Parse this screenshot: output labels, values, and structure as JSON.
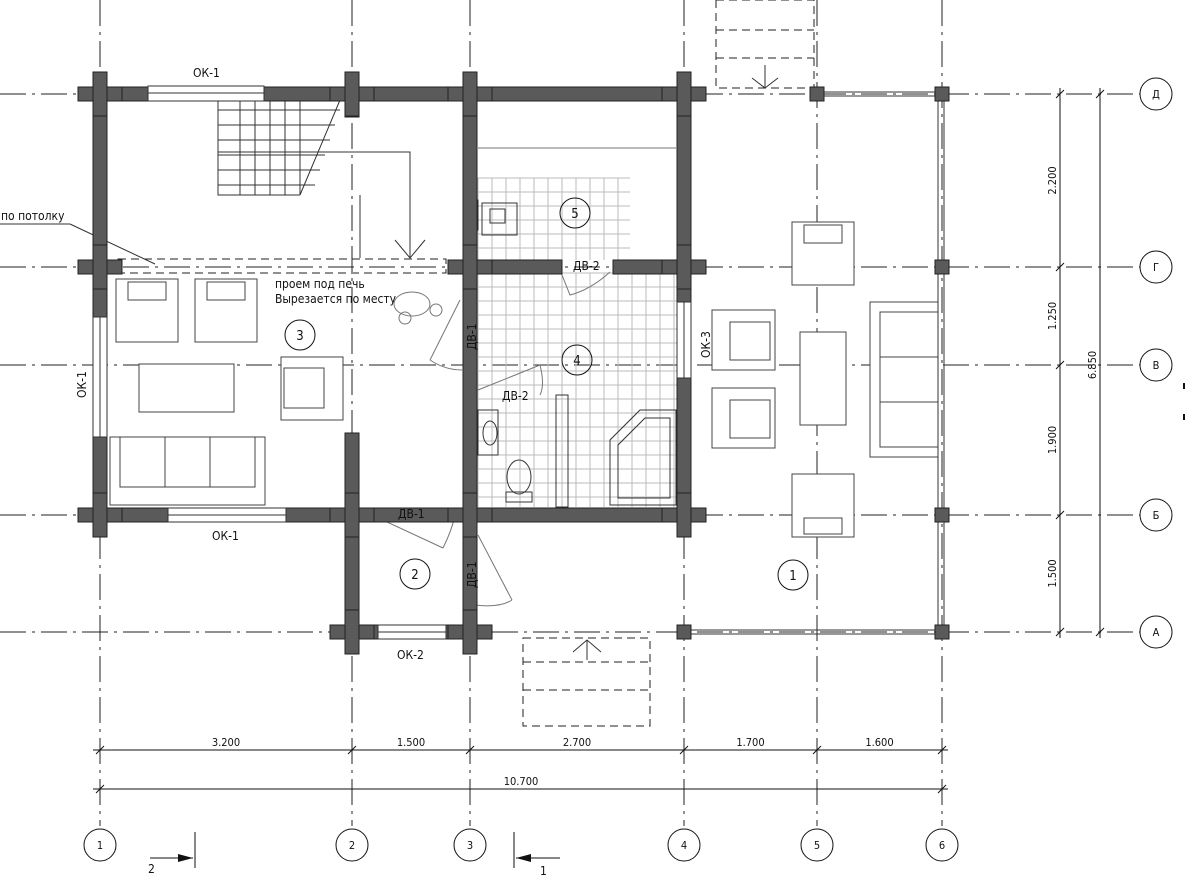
{
  "drawing": {
    "axes_vertical": [
      "1",
      "2",
      "3",
      "4",
      "5",
      "6"
    ],
    "axes_horizontal": [
      "Д",
      "Г",
      "В",
      "Б",
      "А"
    ],
    "dimensions_horizontal": [
      "3.200",
      "1.500",
      "2.700",
      "1.700",
      "1.600"
    ],
    "dimension_total_horizontal": "10.700",
    "dimensions_vertical": [
      "2.200",
      "1.250",
      "1.900",
      "1.500"
    ],
    "dimension_total_vertical": "6.850",
    "rooms": [
      "1",
      "2",
      "3",
      "4",
      "5"
    ],
    "windows": {
      "ok1_top": "ОК-1",
      "ok1_left": "ОК-1",
      "ok1_bottom": "ОК-1",
      "ok2": "ОК-2",
      "ok3": "ОК-3"
    },
    "doors": {
      "dv1_room3": "ДВ-1",
      "dv1_hall": "ДВ-1",
      "dv1_entry": "ДВ-1",
      "dv2_upper": "ДВ-2",
      "dv2_lower": "ДВ-2"
    },
    "notes": {
      "ceiling": "по потолку",
      "opening_line1": "проем под печь",
      "opening_line2": "Вырезается по месту"
    },
    "section_marks": [
      "2",
      "1"
    ]
  }
}
